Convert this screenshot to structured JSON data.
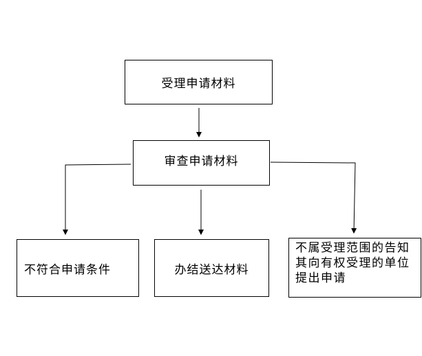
{
  "diagram": {
    "nodes": {
      "accept": {
        "label": "受理申请材料"
      },
      "review": {
        "label": "审查申请材料"
      },
      "not_qualified": {
        "label": "不符合申请条件"
      },
      "complete": {
        "label": "办结送达材料"
      },
      "out_of_scope": {
        "label": "不属受理范围的告知其向有权受理的单位提出申请"
      }
    },
    "edges": [
      {
        "from": "accept",
        "to": "review"
      },
      {
        "from": "review",
        "to": "not_qualified"
      },
      {
        "from": "review",
        "to": "complete"
      },
      {
        "from": "review",
        "to": "out_of_scope"
      }
    ]
  }
}
